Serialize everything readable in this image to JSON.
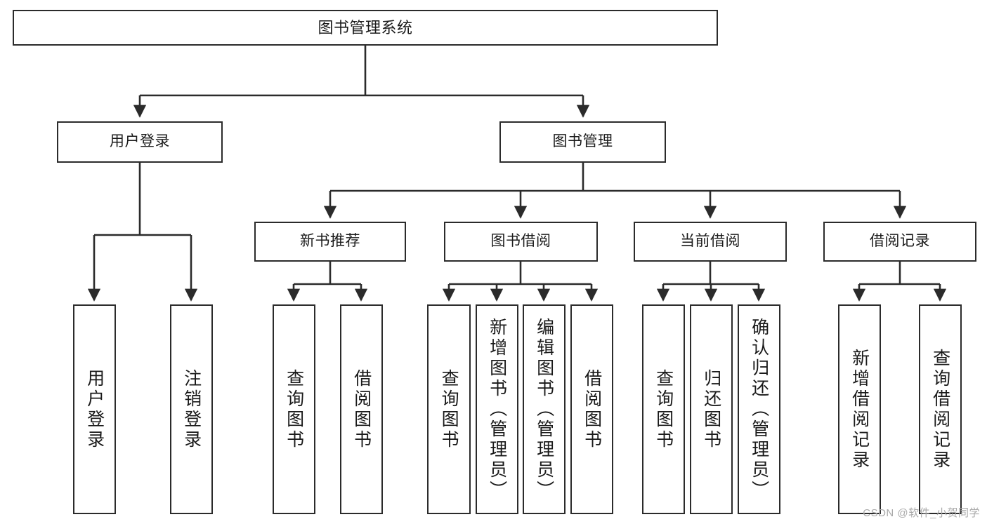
{
  "diagram": {
    "type": "tree-hierarchy",
    "title": "图书管理系统",
    "watermark": "CSDN @软件_小贺同学",
    "colors": {
      "box_border": "#2b2b2b",
      "box_fill": "#ffffff",
      "connector": "#2b2b2b",
      "text": "#1a1a1a",
      "watermark": "#a9a9a9",
      "background": "#ffffff"
    },
    "nodes": {
      "root": {
        "label": "图书管理系统"
      },
      "level2": [
        {
          "label": "用户登录"
        },
        {
          "label": "图书管理"
        }
      ],
      "level3": [
        {
          "label": "新书推荐"
        },
        {
          "label": "图书借阅"
        },
        {
          "label": "当前借阅"
        },
        {
          "label": "借阅记录"
        }
      ],
      "leaves": {
        "user_login": [
          {
            "label": "用户登录"
          },
          {
            "label": "注销登录"
          }
        ],
        "new_book_recommend": [
          {
            "label": "查询图书"
          },
          {
            "label": "借阅图书"
          }
        ],
        "book_borrow": [
          {
            "label": "查询图书"
          },
          {
            "label": "新增图书（管理员）"
          },
          {
            "label": "编辑图书（管理员）"
          },
          {
            "label": "借阅图书"
          }
        ],
        "current_borrow": [
          {
            "label": "查询图书"
          },
          {
            "label": "归还图书"
          },
          {
            "label": "确认归还（管理员）"
          }
        ],
        "borrow_record": [
          {
            "label": "新增借阅记录"
          },
          {
            "label": "查询借阅记录"
          }
        ]
      }
    }
  }
}
